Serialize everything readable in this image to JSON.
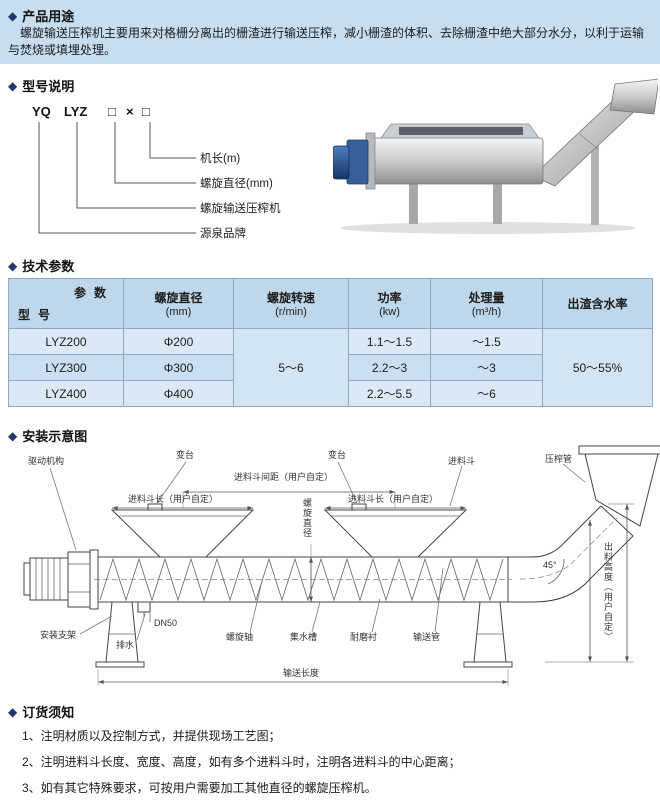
{
  "colors": {
    "accent": "#20386e",
    "panel_bg": "#c6def0",
    "table_header_bg": "#bed7ea",
    "table_row_light": "#dbe9f6",
    "table_row_mid": "#cadff1",
    "table_border": "#8fa9c2"
  },
  "sections": {
    "usage": {
      "bullet": "◆",
      "title": "产品用途",
      "body": "螺旋输送压榨机主要用来对格栅分离出的栅渣进行输送压榨，减小栅渣的体积、去除栅渣中绝大部分水分，以利于运输与焚烧或填埋处理。"
    },
    "model": {
      "bullet": "◆",
      "title": "型号说明",
      "code": [
        "YQ",
        "LYZ",
        "□",
        "×",
        "□"
      ],
      "labels": [
        "机长(m)",
        "螺旋直径(mm)",
        "螺旋输送压榨机",
        "源泉品牌"
      ]
    },
    "params": {
      "bullet": "◆",
      "title": "技术参数",
      "corner_top": "参数",
      "corner_bottom": "型号",
      "col_diameter": "螺旋直径",
      "col_diameter_unit": "(mm)",
      "col_speed": "螺旋转速",
      "col_speed_unit": "(r/min)",
      "col_power": "功率",
      "col_power_unit": "(kw)",
      "col_capacity": "处理量",
      "col_capacity_unit": "(m³/h)",
      "col_moisture": "出渣含水率",
      "speed_all": "5～6",
      "moisture_all": "50～55%",
      "rows": [
        {
          "model": "LYZ200",
          "diameter": "Φ200",
          "power": "1.1～1.5",
          "capacity": "～1.5"
        },
        {
          "model": "LYZ300",
          "diameter": "Φ300",
          "power": "2.2～3",
          "capacity": "～3"
        },
        {
          "model": "LYZ400",
          "diameter": "Φ400",
          "power": "2.2～5.5",
          "capacity": "～6"
        }
      ]
    },
    "install": {
      "bullet": "◆",
      "title": "安装示意图",
      "labels": {
        "drive": "驱动机构",
        "lug1": "变台",
        "lug2": "变台",
        "hopper_gap": "进料斗间距（用户自定）",
        "hopper": "进料斗",
        "press_pipe": "压榨管",
        "hopper_len1": "进料斗长（用户自定）",
        "hopper_len2": "进料斗长（用户自定）",
        "screw_dia": "螺旋直径",
        "angle": "45°",
        "outlet_height": "出料高度（用户自定）",
        "bracket": "安装支架",
        "drain": "排水",
        "dn50": "DN50",
        "screw_shaft": "螺旋轴",
        "trough": "集水槽",
        "liner": "耐磨衬",
        "convey_pipe": "输送管",
        "convey_len": "输送长度"
      }
    },
    "order": {
      "bullet": "◆",
      "title": "订货须知",
      "items": [
        "1、注明材质以及控制方式，并提供现场工艺图；",
        "2、注明进料斗长度、宽度、高度，如有多个进料斗时，注明各进料斗的中心距离；",
        "3、如有其它特殊要求，可按用户需要加工其他直径的螺旋压榨机。"
      ]
    }
  }
}
